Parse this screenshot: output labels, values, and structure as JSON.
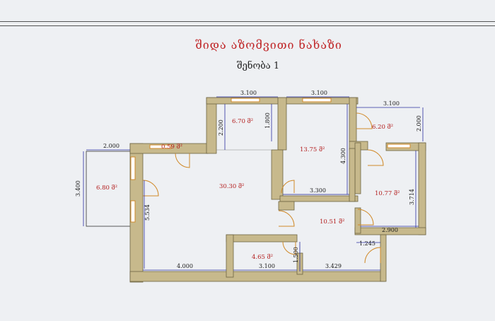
{
  "header": {
    "title": "შიდა აზომვითი ნახაზი",
    "subtitle": "შენობა 1"
  },
  "dimensions": {
    "d_top_left": "3.100",
    "d_top_mid": "3.100",
    "d_top_right": "3.100",
    "d_balcony_w": "2.000",
    "d_balcony_h": "3.400",
    "d_upper_room_h": "2.200",
    "d_upper_room_h2": "1.800",
    "d_left_wall": "5.534",
    "d_bedroom_h": "4.300",
    "d_right_top": "2.000",
    "d_right_room_h": "3.714",
    "d_corridor_w": "3.300",
    "d_bath_w": "2.900",
    "d_bottom_step": "1.245",
    "d_bottom_left": "4.000",
    "d_bottom_mid": "3.100",
    "d_bottom_right": "3.429",
    "d_bath_h": "1.500"
  },
  "rooms": {
    "a_balcony": "6.80 მ²",
    "a_closet": "0.59 მ²",
    "a_kitchen": "6.70 მ²",
    "a_living": "30.30 მ²",
    "a_bedroom": "13.75 მ²",
    "a_wc": "6.20 მ²",
    "a_room_right": "10.77 მ²",
    "a_hall": "10.51 მ²",
    "a_bath": "4.65 მ²"
  }
}
